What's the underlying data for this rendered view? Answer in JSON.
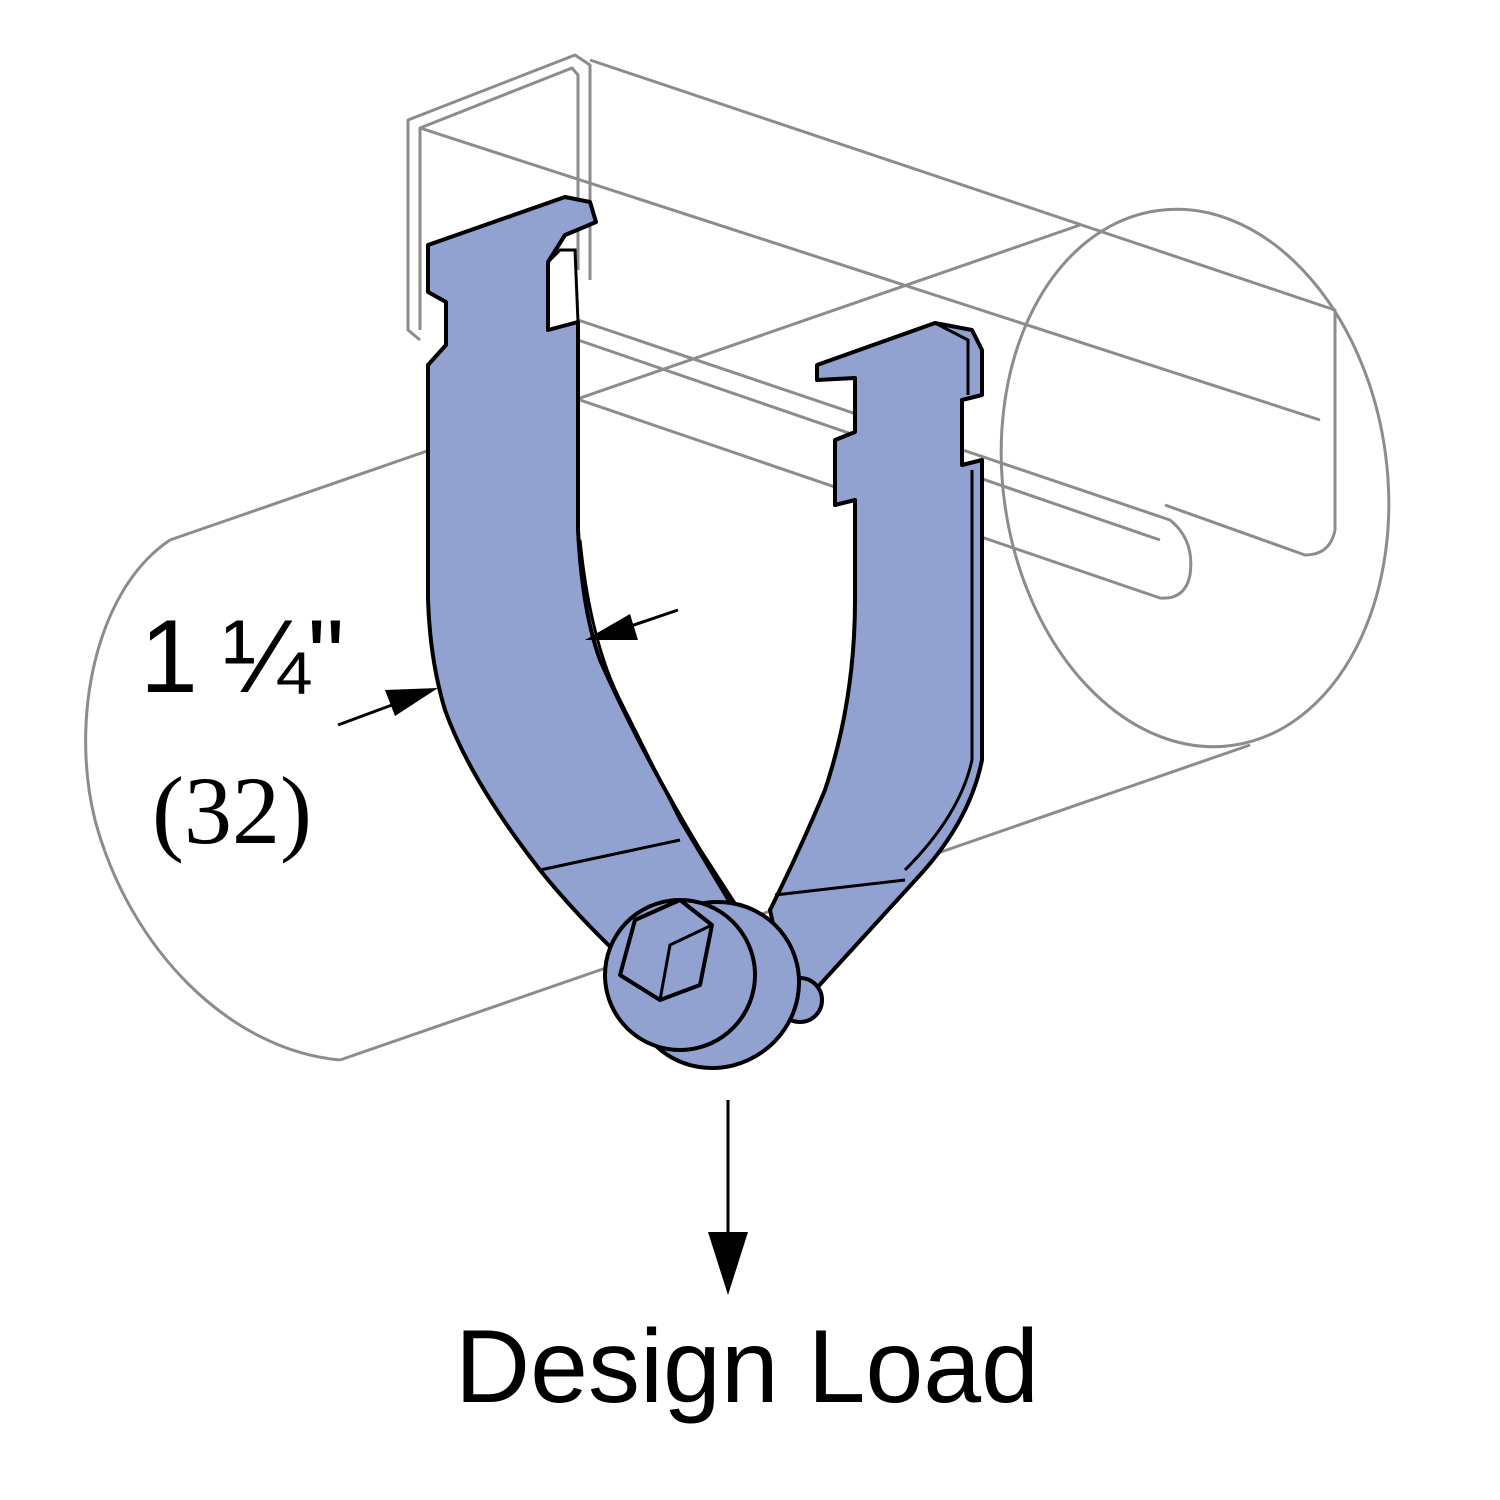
{
  "dimension": {
    "imperial": "1 ¼\"",
    "metric": "(32)"
  },
  "load_label": "Design Load",
  "colors": {
    "clamp": "#91a1d0",
    "ghost_outline": "#8c8c8c",
    "ink": "#000000"
  }
}
